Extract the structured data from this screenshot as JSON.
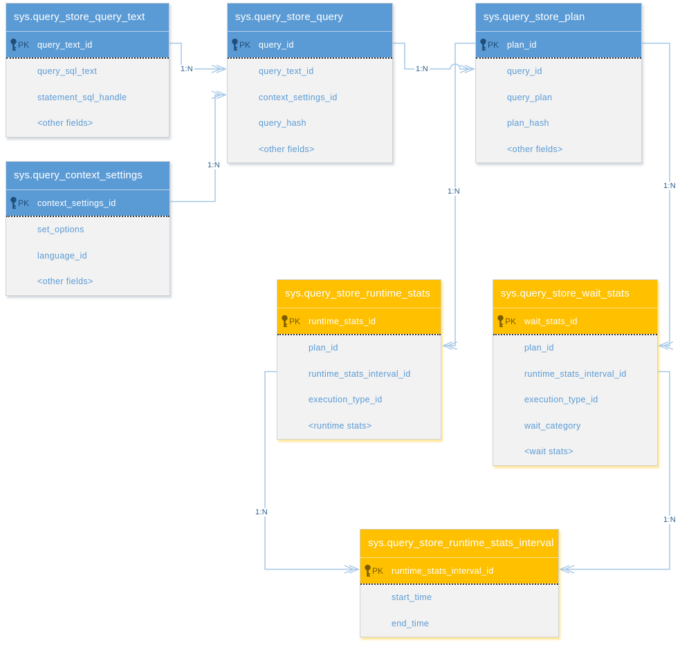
{
  "colors": {
    "blue": "#5B9BD5",
    "orange": "#FFC000",
    "tableBody": "#F2F2F2",
    "tableBorder": "#D2D2D2",
    "fieldText": "#5B9BD5",
    "pkDarkBlue": "#1F4E79",
    "pkDarkGold": "#7A5C00",
    "headerText": "#FFFFFF",
    "line": "#A5C7E7",
    "lineLabel": "#2A5D8C"
  },
  "tables": [
    {
      "name": "sys.query_store_query_text",
      "theme": "blue",
      "pk_badge": "PK",
      "pk_field": "query_text_id",
      "fields": [
        "query_sql_text",
        "statement_sql_handle",
        "<other fields>"
      ]
    },
    {
      "name": "sys.query_store_query",
      "theme": "blue",
      "pk_badge": "PK",
      "pk_field": "query_id",
      "fields": [
        "query_text_id",
        "context_settings_id",
        "query_hash",
        "<other fields>"
      ]
    },
    {
      "name": "sys.query_store_plan",
      "theme": "blue",
      "pk_badge": "PK",
      "pk_field": "plan_id",
      "fields": [
        "query_id",
        "query_plan",
        "plan_hash",
        "<other fields>"
      ]
    },
    {
      "name": "sys.query_context_settings",
      "theme": "blue",
      "pk_badge": "PK",
      "pk_field": "context_settings_id",
      "fields": [
        "set_options",
        "language_id",
        "<other fields>"
      ]
    },
    {
      "name": "sys.query_store_runtime_stats",
      "theme": "orange",
      "pk_badge": "PK",
      "pk_field": "runtime_stats_id",
      "fields": [
        "plan_id",
        "runtime_stats_interval_id",
        "execution_type_id",
        "<runtime stats>"
      ]
    },
    {
      "name": "sys.query_store_wait_stats",
      "theme": "orange",
      "pk_badge": "PK",
      "pk_field": "wait_stats_id",
      "fields": [
        "plan_id",
        "runtime_stats_interval_id",
        "execution_type_id",
        "wait_category",
        "<wait stats>"
      ]
    },
    {
      "name": "sys.query_store_runtime_stats_interval",
      "theme": "orange",
      "pk_badge": "PK",
      "pk_field": "runtime_stats_interval_id",
      "fields": [
        "start_time",
        "end_time"
      ]
    }
  ],
  "relationships": [
    {
      "label": "1:N",
      "from": "sys.query_store_query_text",
      "to": "sys.query_store_query"
    },
    {
      "label": "1:N",
      "from": "sys.query_context_settings",
      "to": "sys.query_store_query"
    },
    {
      "label": "1:N",
      "from": "sys.query_store_query",
      "to": "sys.query_store_plan"
    },
    {
      "label": "1:N",
      "from": "sys.query_store_plan",
      "to": "sys.query_store_runtime_stats"
    },
    {
      "label": "1:N",
      "from": "sys.query_store_plan",
      "to": "sys.query_store_wait_stats"
    },
    {
      "label": "1:N",
      "from": "sys.query_store_runtime_stats",
      "to": "sys.query_store_runtime_stats_interval"
    },
    {
      "label": "1:N",
      "from": "sys.query_store_wait_stats",
      "to": "sys.query_store_runtime_stats_interval"
    }
  ]
}
